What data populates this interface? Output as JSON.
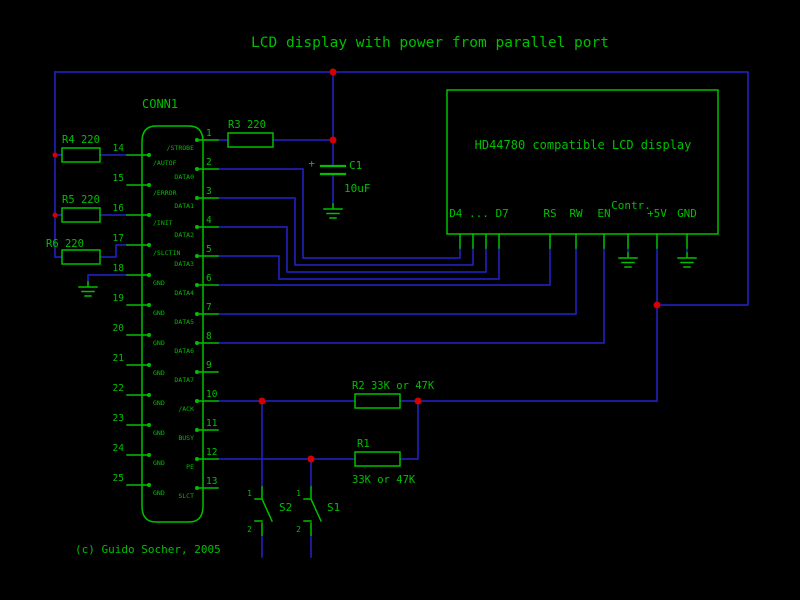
{
  "title": "LCD display with power from parallel port",
  "copyright": "(c) Guido Socher, 2005",
  "colors": {
    "background": "#000000",
    "component_green": "#00bf00",
    "wire_blue": "#2323cd",
    "junction_red": "#d40000"
  },
  "connector": {
    "name": "CONN1",
    "right_pins": [
      {
        "number": "1",
        "label": "/STROBE"
      },
      {
        "number": "2",
        "label": "DATA0"
      },
      {
        "number": "3",
        "label": "DATA1"
      },
      {
        "number": "4",
        "label": "DATA2"
      },
      {
        "number": "5",
        "label": "DATA3"
      },
      {
        "number": "6",
        "label": "DATA4"
      },
      {
        "number": "7",
        "label": "DATA5"
      },
      {
        "number": "8",
        "label": "DATA6"
      },
      {
        "number": "9",
        "label": "DATA7"
      },
      {
        "number": "10",
        "label": "/ACK"
      },
      {
        "number": "11",
        "label": "BUSY"
      },
      {
        "number": "12",
        "label": "PE"
      },
      {
        "number": "13",
        "label": "SLCT"
      }
    ],
    "left_pins": [
      {
        "number": "14",
        "label": "/AUTOF"
      },
      {
        "number": "15",
        "label": "/ERROR"
      },
      {
        "number": "16",
        "label": "/INIT"
      },
      {
        "number": "17",
        "label": "/SLCTIN"
      },
      {
        "number": "18",
        "label": "GND"
      },
      {
        "number": "19",
        "label": "GND"
      },
      {
        "number": "20",
        "label": "GND"
      },
      {
        "number": "21",
        "label": "GND"
      },
      {
        "number": "22",
        "label": "GND"
      },
      {
        "number": "23",
        "label": "GND"
      },
      {
        "number": "24",
        "label": "GND"
      },
      {
        "number": "25",
        "label": "GND"
      }
    ]
  },
  "lcd": {
    "title": "HD44780 compatible LCD display",
    "pins": {
      "data": "D4 ... D7",
      "rs": "RS",
      "rw": "RW",
      "en": "EN",
      "contr": "Contr.",
      "v5": "+5V",
      "gnd": "GND"
    }
  },
  "resistors": {
    "r3": {
      "label": "R3  220"
    },
    "r4": {
      "label": "R4  220"
    },
    "r5": {
      "label": "R5  220"
    },
    "r6": {
      "label": "R6  220"
    },
    "r2": {
      "label": "R2  33K or 47K"
    },
    "r1": {
      "name": "R1",
      "value": "33K or 47K"
    }
  },
  "capacitor": {
    "plus": "+",
    "name": "C1",
    "value": "10uF"
  },
  "switches": {
    "s2": {
      "name": "S2",
      "t1": "1",
      "t2": "2"
    },
    "s1": {
      "name": "S1",
      "t1": "1",
      "t2": "2"
    }
  }
}
